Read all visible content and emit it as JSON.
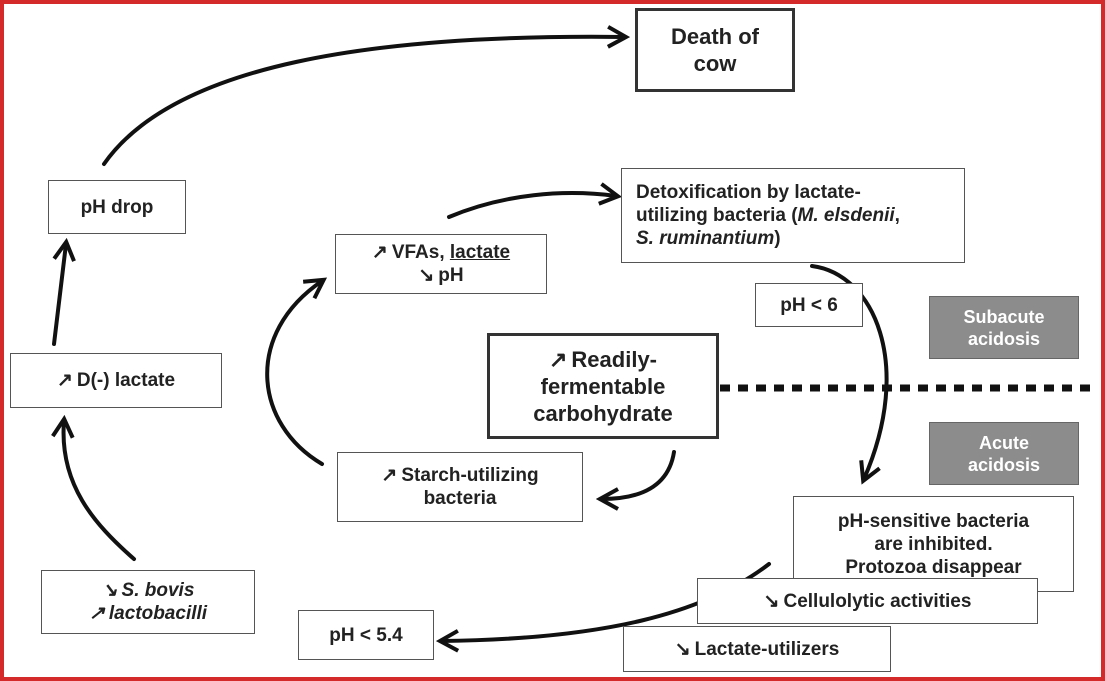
{
  "diagram": {
    "frame_color": "#d42a2a",
    "death": {
      "line1": "Death of",
      "line2": "cow"
    },
    "ph_drop": "pH drop",
    "d_lactate": {
      "glyph": "↗",
      "text": "D(-) lactate"
    },
    "sbovis": {
      "glyph1": "↘",
      "text1": "S. bovis",
      "glyph2": "↗",
      "text2": "lactobacilli"
    },
    "ph54": "pH < 5.4",
    "vfas": {
      "glyph1": "↗",
      "text1a": "VFAs, ",
      "text1b": "lactate",
      "glyph2": "↘",
      "text2": "pH"
    },
    "detox": {
      "line1": "Detoxification by lactate-",
      "line2a": "utilizing bacteria (",
      "line2b": "M. elsdenii",
      "line2c": ",",
      "line3a": "S. ruminantium",
      "line3b": ")"
    },
    "ph6": "pH < 6",
    "subacute": {
      "line1": "Subacute",
      "line2": "acidosis"
    },
    "acute": {
      "line1": "Acute",
      "line2": "acidosis"
    },
    "carb": {
      "glyph": "↗",
      "line1": "Readily-",
      "line2": "fermentable",
      "line3": "carbohydrate"
    },
    "starch": {
      "glyph": "↗",
      "line1": "Starch-utilizing",
      "line2": "bacteria"
    },
    "phsens": {
      "line1": "pH-sensitive bacteria",
      "line2": "are inhibited.",
      "line3": "Protozoa disappear"
    },
    "cellulo": {
      "glyph": "↘",
      "text": "Cellulolytic activities"
    },
    "lactate_util": {
      "glyph": "↘",
      "text": "Lactate-utilizers"
    }
  }
}
